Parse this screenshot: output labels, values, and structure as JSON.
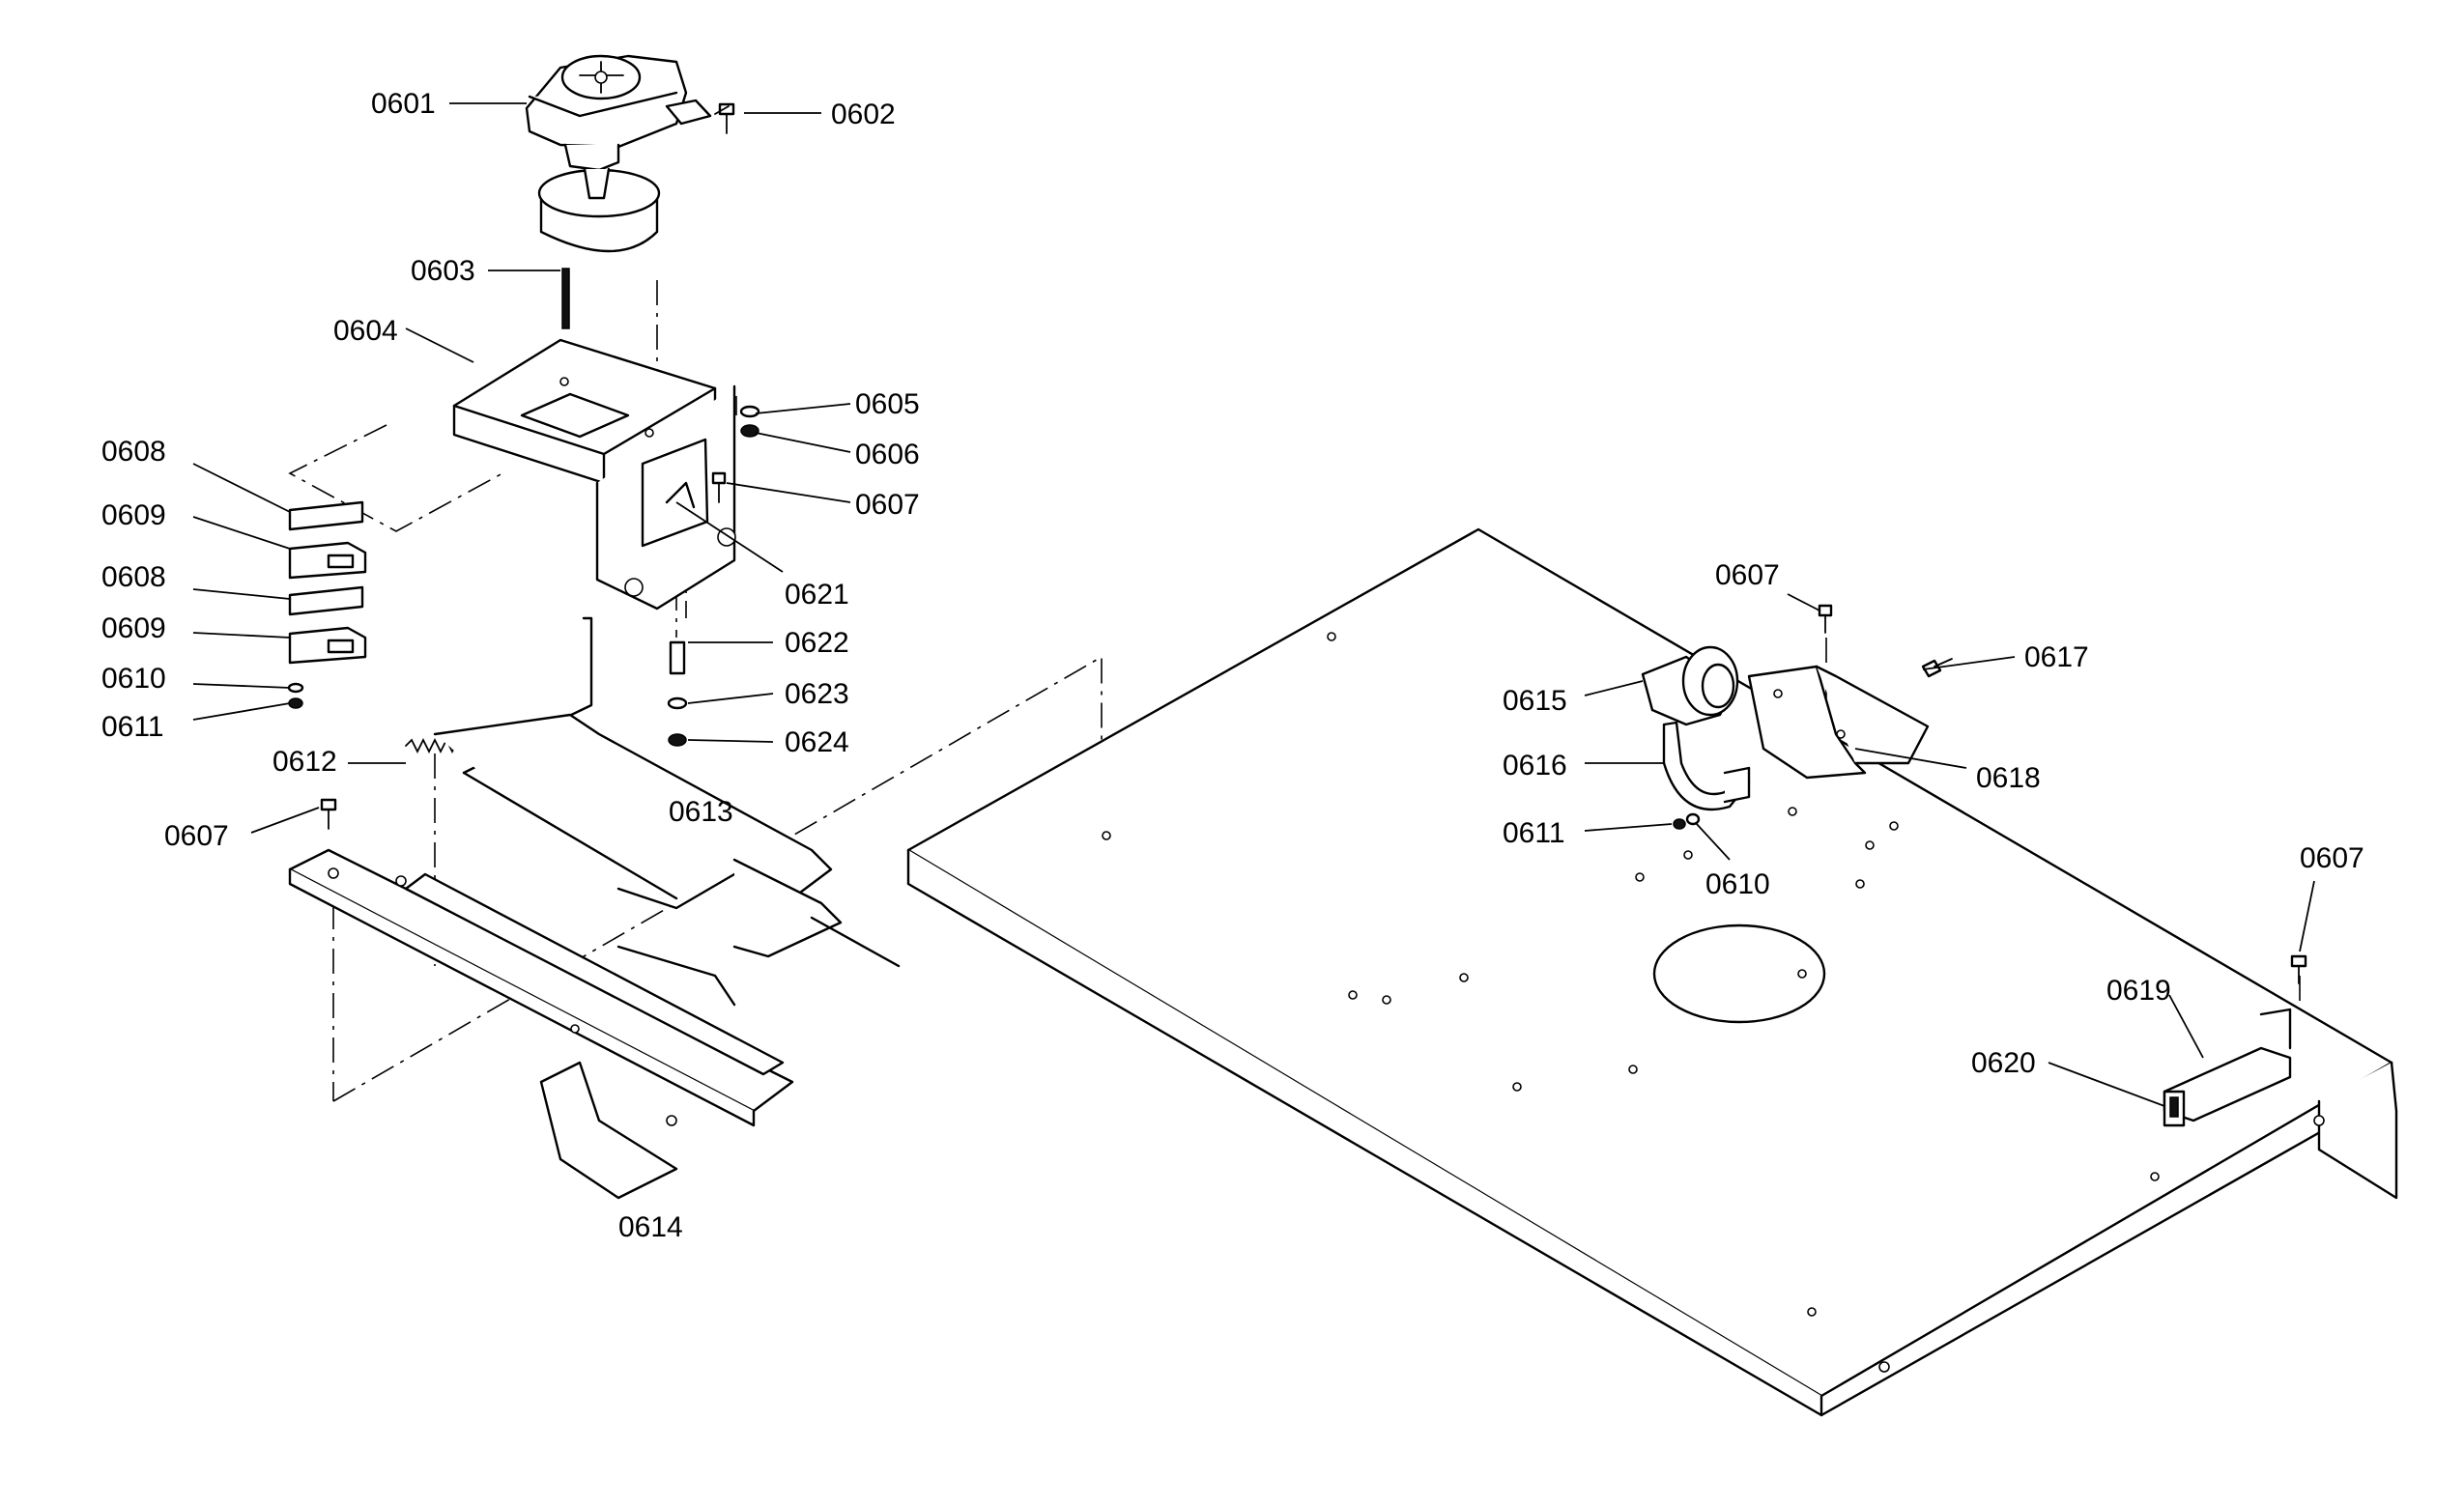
{
  "labels": {
    "p0601": "0601",
    "p0602": "0602",
    "p0603": "0603",
    "p0604": "0604",
    "p0605": "0605",
    "p0606": "0606",
    "p0607a": "0607",
    "p0607b": "0607",
    "p0607c": "0607",
    "p0607d": "0607",
    "p0608a": "0608",
    "p0608b": "0608",
    "p0609a": "0609",
    "p0609b": "0609",
    "p0610a": "0610",
    "p0610b": "0610",
    "p0611a": "0611",
    "p0611b": "0611",
    "p0612": "0612",
    "p0613": "0613",
    "p0614": "0614",
    "p0615": "0615",
    "p0616": "0616",
    "p0617": "0617",
    "p0618": "0618",
    "p0619": "0619",
    "p0620": "0620",
    "p0621": "0621",
    "p0622": "0622",
    "p0623": "0623",
    "p0624": "0624"
  }
}
